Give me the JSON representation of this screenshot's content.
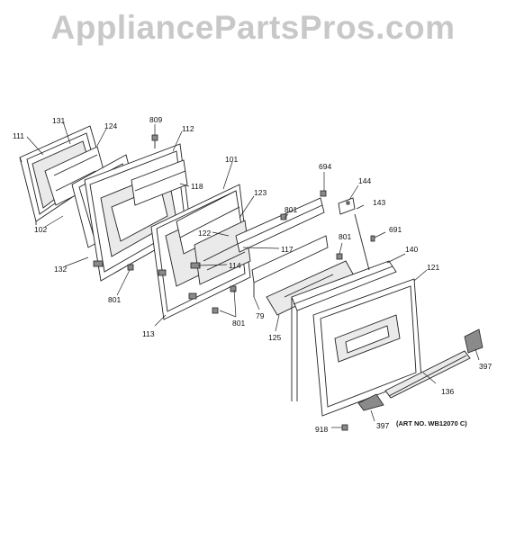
{
  "watermark": "AppliancePartsPros.com",
  "art_number": "(ART NO. WB12070 C)",
  "part_labels": {
    "p111": "111",
    "p131": "131",
    "p124": "124",
    "p809": "809",
    "p112": "112",
    "p118": "118",
    "p102": "102",
    "p132": "132",
    "p801a": "801",
    "p101": "101",
    "p123": "123",
    "p122": "122",
    "p114": "114",
    "p117": "117",
    "p801b": "801",
    "p801c": "801",
    "p801d": "801",
    "p113": "113",
    "p79": "79",
    "p694": "694",
    "p144": "144",
    "p143": "143",
    "p691": "691",
    "p140": "140",
    "p121": "121",
    "p125": "125",
    "p397a": "397",
    "p136": "136",
    "p397b": "397",
    "p918": "918"
  }
}
